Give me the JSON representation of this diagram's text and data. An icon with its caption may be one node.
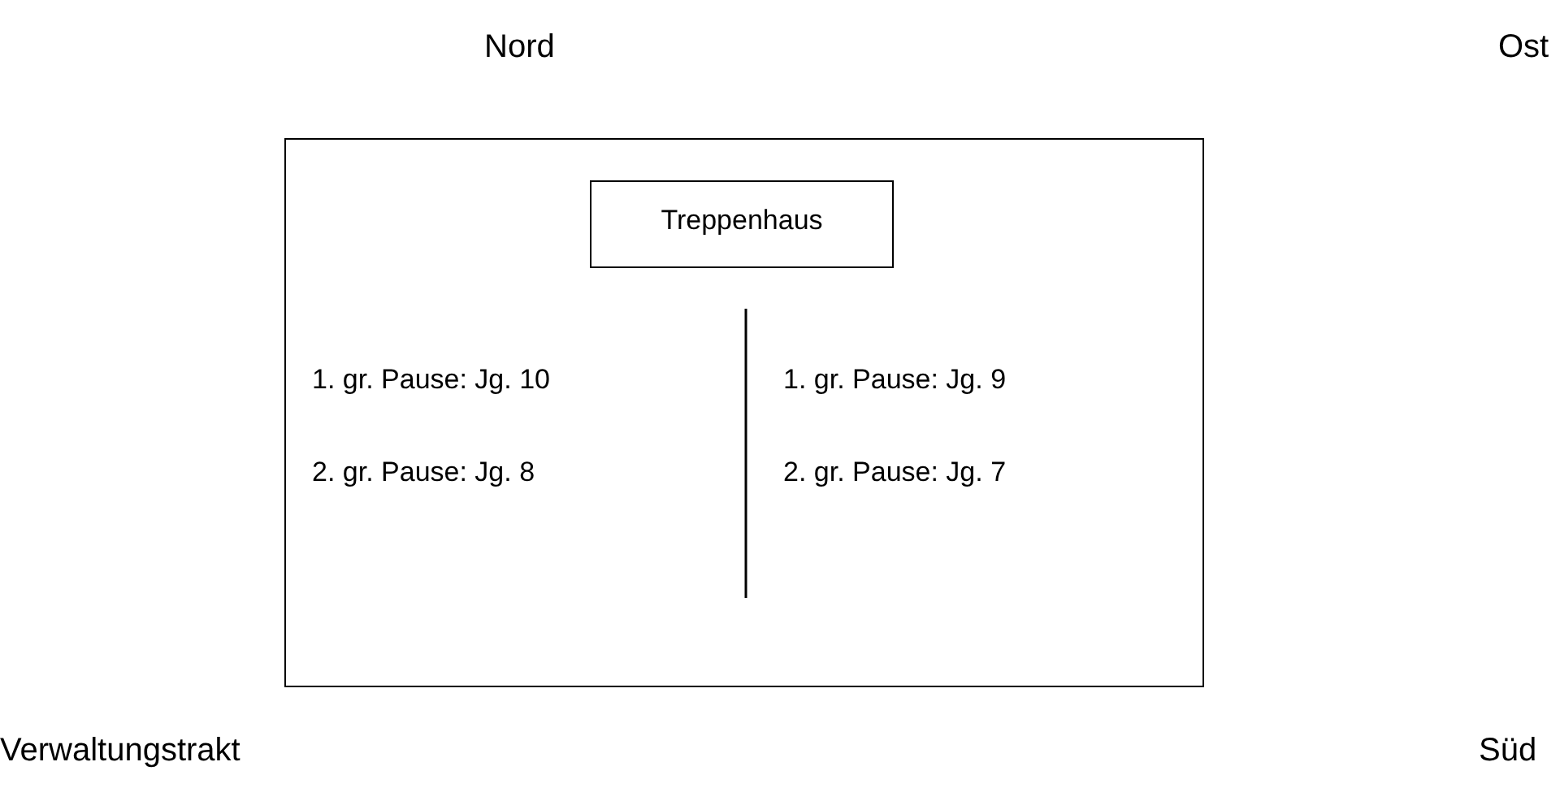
{
  "diagram": {
    "nodes": [
      {
        "text": [
          "1. gr. Pause: Jg. 10",
          "1. gr. Pause: Jg. 9",
          "2. gr. Pause: Jg. 8",
          "2. gr. Pause: Jg. 7"
        ]
      },
      {
        "text": [
          "Treppenhaus"
        ],
        "in": 0
      }
    ],
    "labels": [
      "Nord",
      "Ost",
      "Verwaltungstrakt",
      "Süd"
    ]
  }
}
